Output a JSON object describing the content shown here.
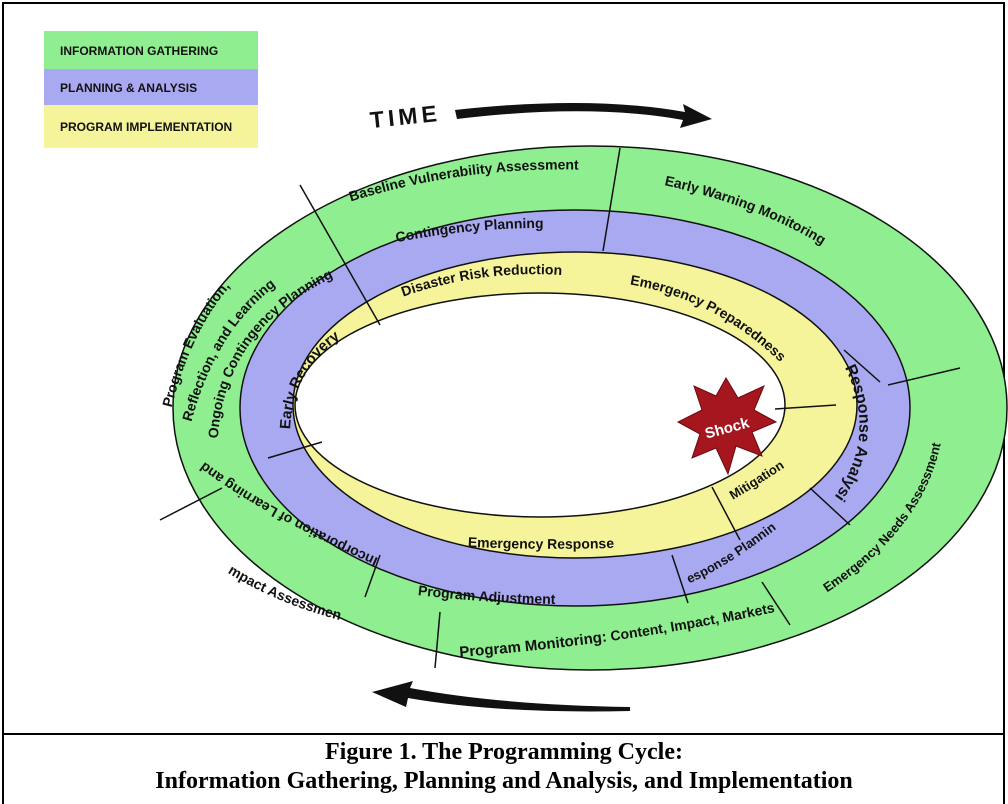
{
  "legend": [
    {
      "label": "INFORMATION GATHERING",
      "color": "#8fee8f"
    },
    {
      "label": "PLANNING & ANALYSIS",
      "color": "#a9a9f2"
    },
    {
      "label": "PROGRAM IMPLEMENTATION",
      "color": "#f6f49a"
    }
  ],
  "time_label": "TIME",
  "outer_ring": {
    "color": "#8fee8f",
    "labels": {
      "baseline": "Baseline Vulnerability Assessment",
      "early_warning": "Early Warning Monitoring",
      "program_eval_1": "Program Evaluation,",
      "program_eval_2": "Reflection, and Learning",
      "emergency_needs": "Emergency Needs Assessment",
      "impact_assessment": "Impact Assessment",
      "program_monitoring_main": "Program Monitoring:",
      "program_monitoring_rest": "Content, Impact, Markets"
    }
  },
  "middle_ring": {
    "color": "#a9a9f2",
    "labels": {
      "contingency_planning": "Contingency Planning",
      "ongoing_contingency": "Ongoing Contingency Planning",
      "incorporation": "Incorporation of Learning and",
      "response_analysis": "Response Analysis",
      "program_adjustment": "Program Adjustment",
      "response_planning": "Response Planning"
    }
  },
  "inner_ring": {
    "color": "#f6f49a",
    "labels": {
      "disaster_risk_reduction": "Disaster Risk Reduction",
      "emergency_preparedness": "Emergency Preparedness",
      "early_recovery": "Early Recovery",
      "emergency_response": "Emergency Response",
      "mitigation": "Mitigation"
    }
  },
  "shock": {
    "label": "Shock",
    "color": "#a5161f"
  },
  "caption": {
    "line1": "Figure 1. The Programming Cycle:",
    "line2": "Information Gathering, Planning and Analysis, and Implementation"
  }
}
